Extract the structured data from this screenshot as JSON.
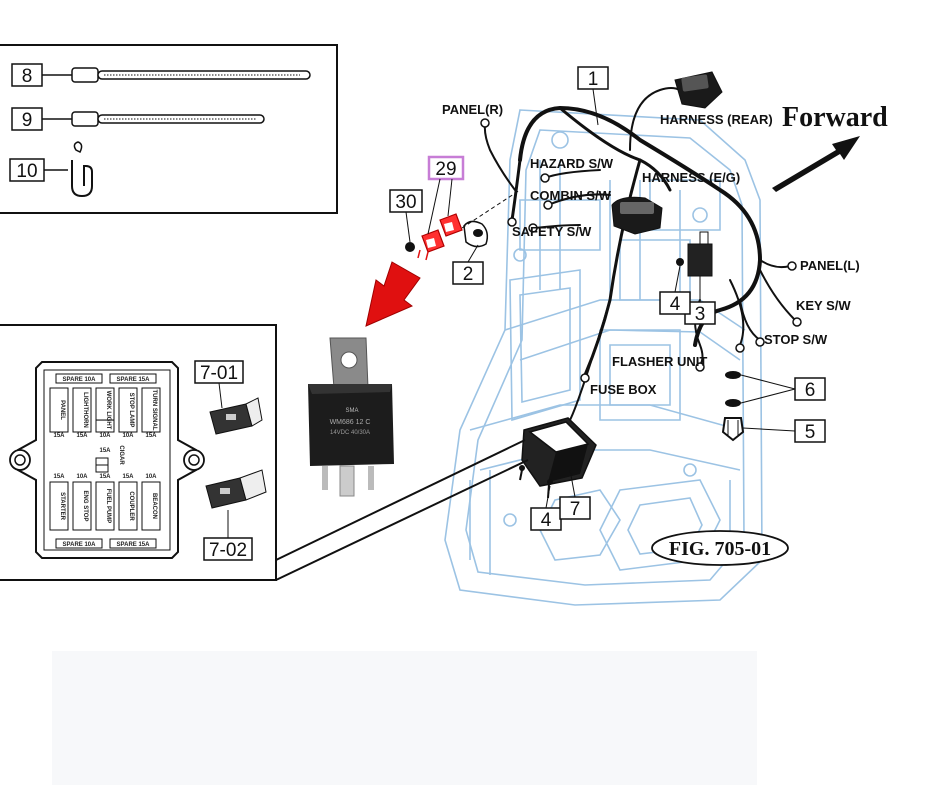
{
  "figure": {
    "id_label": "FIG. 705-01",
    "forward_label": "Forward"
  },
  "callouts": {
    "c1": "1",
    "c2": "2",
    "c3": "3",
    "c4a": "4",
    "c4b": "4",
    "c5": "5",
    "c6": "6",
    "c7": "7",
    "c7_01": "7-01",
    "c7_02": "7-02",
    "c8": "8",
    "c9": "9",
    "c10": "10",
    "c29": "29",
    "c30": "30"
  },
  "harness_labels": {
    "panel_r": "PANEL(R)",
    "panel_l": "PANEL(L)",
    "harness_rear": "HARNESS (REAR)",
    "harness_eg": "HARNESS (E/G)",
    "hazard_sw": "HAZARD S/W",
    "combin_sw": "COMBIN S/W",
    "safety_sw": "SAFETY S/W",
    "key_sw": "KEY S/W",
    "stop_sw": "STOP S/W",
    "flasher_unit": "FLASHER UNIT",
    "fuse_box": "FUSE BOX"
  },
  "fuse_box": {
    "top_spare_left": "SPARE 10A",
    "top_spare_right": "SPARE 15A",
    "bottom_spare_left": "SPARE 10A",
    "bottom_spare_right": "SPARE 15A",
    "slots": [
      {
        "name": "PANEL",
        "amp": "15A"
      },
      {
        "name": "LIGHTHORN",
        "amp": "15A"
      },
      {
        "name": "WORK LIGHT",
        "amp": "10A"
      },
      {
        "name": "STOP LAMP",
        "amp": "10A"
      },
      {
        "name": "TURN SIGNAL",
        "amp": "15A"
      },
      {
        "name": "STARTER",
        "amp": "15A"
      },
      {
        "name": "ENG STOP",
        "amp": "10A"
      },
      {
        "name": "FUEL PUMP",
        "amp": "15A"
      },
      {
        "name": "COUPLER",
        "amp": "15A"
      },
      {
        "name": "BEACON",
        "amp": "10A"
      },
      {
        "name": "CIGAR",
        "amp": "15A"
      }
    ]
  },
  "relay": {
    "line1": "SMA",
    "line2": "WM686 12 C",
    "line3": "14VDC 40/30A"
  },
  "colors": {
    "frame_blue": "#9cc3e4",
    "harness_black": "#111111",
    "highlight_red": "#e01010",
    "highlight_purple": "#c77dd6"
  }
}
